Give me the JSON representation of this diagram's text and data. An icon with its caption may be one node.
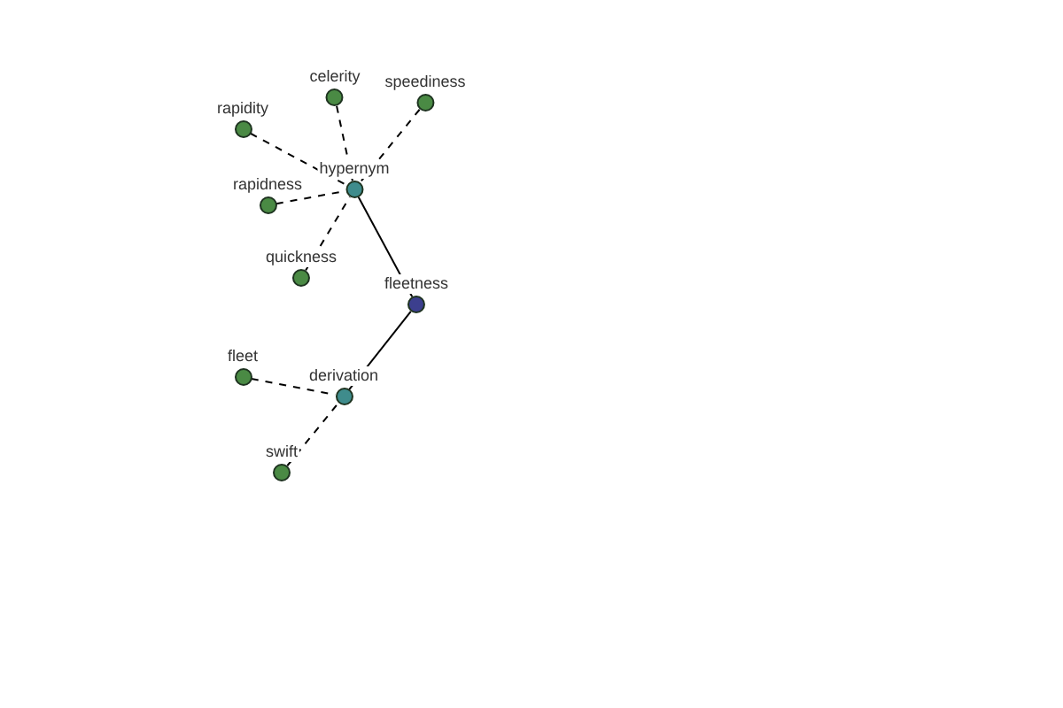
{
  "diagram": {
    "nodes": [
      {
        "text": [
          "celerity"
        ]
      },
      {
        "text": [
          "speediness"
        ]
      },
      {
        "text": [
          "rapidity"
        ]
      },
      {
        "text": [
          "hypernym"
        ]
      },
      {
        "text": [
          "rapidness"
        ]
      },
      {
        "text": [
          "quickness"
        ]
      },
      {
        "text": [
          "fleetness"
        ]
      },
      {
        "text": [
          "fleet"
        ]
      },
      {
        "text": [
          "derivation"
        ]
      },
      {
        "text": [
          "swift"
        ]
      }
    ],
    "edges": [
      {
        "from": 0,
        "to": 3,
        "arrow": "none",
        "style": "dashed"
      },
      {
        "from": 1,
        "to": 3,
        "arrow": "none",
        "style": "dashed"
      },
      {
        "from": 2,
        "to": 3,
        "arrow": "none",
        "style": "dashed"
      },
      {
        "from": 4,
        "to": 3,
        "arrow": "none",
        "style": "dashed"
      },
      {
        "from": 5,
        "to": 3,
        "arrow": "none",
        "style": "dashed"
      },
      {
        "from": 3,
        "to": 6,
        "arrow": "none"
      },
      {
        "from": 8,
        "to": 6,
        "arrow": "none"
      },
      {
        "from": 7,
        "to": 8,
        "arrow": "none",
        "style": "dashed"
      },
      {
        "from": 9,
        "to": 8,
        "arrow": "none",
        "style": "dashed"
      }
    ]
  }
}
